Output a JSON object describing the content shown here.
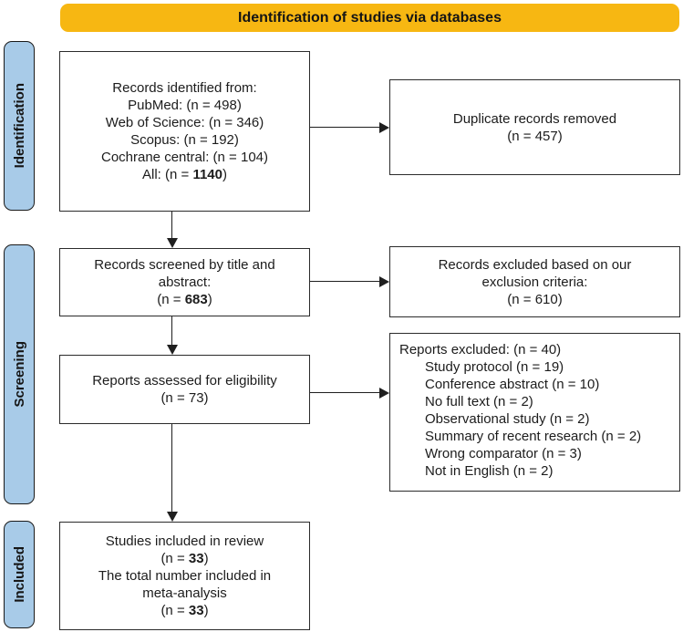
{
  "title_bar": {
    "label": "Identification of studies via databases"
  },
  "side_labels": {
    "identification": "Identification",
    "screening": "Screening",
    "included": "Included"
  },
  "colors": {
    "header_bg": "#F7B712",
    "stage_bg": "#A8CBE8",
    "line_color": "#1f1f1f",
    "box_border": "#2b2b2b"
  },
  "boxes": {
    "records_identified": {
      "lines": [
        {
          "segments": [
            {
              "t": "Records identified from:"
            }
          ]
        },
        {
          "segments": [
            {
              "t": "PubMed: (n = 498)"
            }
          ]
        },
        {
          "segments": [
            {
              "t": "Web of Science: (n = 346)"
            }
          ]
        },
        {
          "segments": [
            {
              "t": "Scopus: (n = 192)"
            }
          ]
        },
        {
          "segments": [
            {
              "t": "Cochrane central: (n = 104)"
            }
          ]
        },
        {
          "segments": [
            {
              "t": "All: (n = "
            },
            {
              "t": "1140",
              "b": true
            },
            {
              "t": ")"
            }
          ]
        }
      ]
    },
    "duplicates_removed": {
      "lines": [
        {
          "segments": [
            {
              "t": "Duplicate records removed"
            }
          ]
        },
        {
          "segments": [
            {
              "t": "(n = 457)"
            }
          ]
        }
      ]
    },
    "records_screened": {
      "lines": [
        {
          "segments": [
            {
              "t": "Records screened by title and"
            }
          ]
        },
        {
          "segments": [
            {
              "t": "abstract:"
            }
          ]
        },
        {
          "segments": [
            {
              "t": "(n = "
            },
            {
              "t": "683",
              "b": true
            },
            {
              "t": ")"
            }
          ]
        }
      ]
    },
    "records_excluded": {
      "lines": [
        {
          "segments": [
            {
              "t": "Records excluded based on our"
            }
          ]
        },
        {
          "segments": [
            {
              "t": "exclusion criteria:"
            }
          ]
        },
        {
          "segments": [
            {
              "t": "(n = 610)"
            }
          ]
        }
      ]
    },
    "reports_assessed": {
      "lines": [
        {
          "segments": [
            {
              "t": "Reports assessed for eligibility"
            }
          ]
        },
        {
          "segments": [
            {
              "t": "(n = 73)"
            }
          ]
        }
      ]
    },
    "reports_excluded": {
      "lines": [
        {
          "segments": [
            {
              "t": "Reports excluded: (n = 40)"
            }
          ]
        },
        {
          "indent": true,
          "segments": [
            {
              "t": "Study protocol (n = 19)"
            }
          ]
        },
        {
          "indent": true,
          "segments": [
            {
              "t": "Conference abstract (n = 10)"
            }
          ]
        },
        {
          "indent": true,
          "segments": [
            {
              "t": "No full text (n = 2)"
            }
          ]
        },
        {
          "indent": true,
          "segments": [
            {
              "t": "Observational study (n = 2)"
            }
          ]
        },
        {
          "indent": true,
          "segments": [
            {
              "t": "Summary of recent research (n = 2)"
            }
          ]
        },
        {
          "indent": true,
          "segments": [
            {
              "t": "Wrong comparator (n = 3)"
            }
          ]
        },
        {
          "indent": true,
          "segments": [
            {
              "t": "Not in English (n = 2)"
            }
          ]
        }
      ]
    },
    "studies_included": {
      "lines": [
        {
          "segments": [
            {
              "t": "Studies included in review"
            }
          ]
        },
        {
          "segments": [
            {
              "t": "(n = "
            },
            {
              "t": "33",
              "b": true
            },
            {
              "t": ")"
            }
          ]
        },
        {
          "segments": [
            {
              "t": "The total number included in"
            }
          ]
        },
        {
          "segments": [
            {
              "t": "meta-analysis"
            }
          ]
        },
        {
          "segments": [
            {
              "t": "(n = "
            },
            {
              "t": "33",
              "b": true
            },
            {
              "t": ")"
            }
          ]
        }
      ]
    }
  }
}
